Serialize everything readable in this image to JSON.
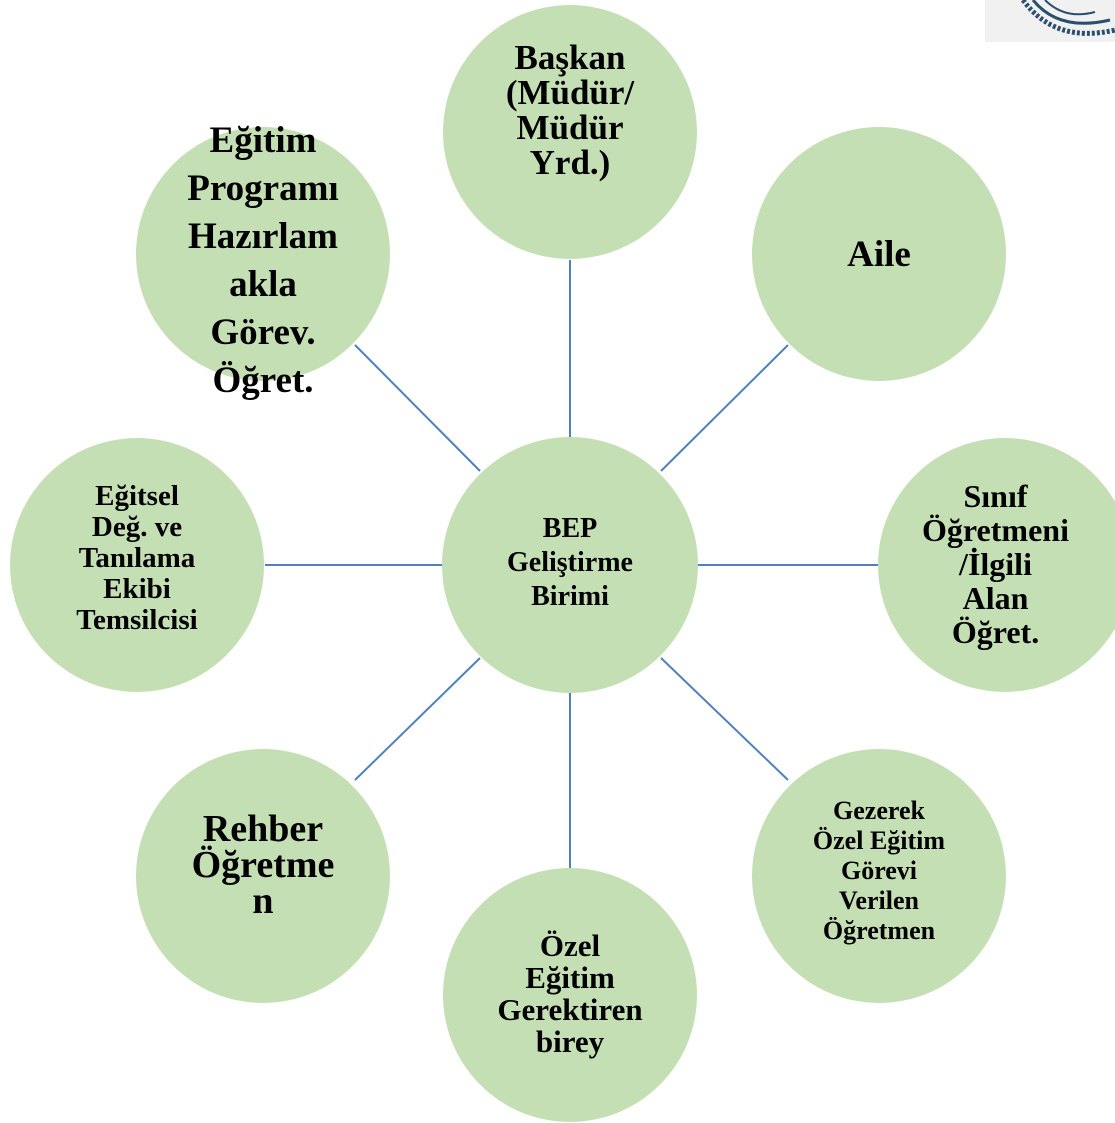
{
  "colors": {
    "node_fill": "#c5dfb4",
    "connector": "#4f81bd"
  },
  "center": {
    "label": "BEP\nGeliştirme\nBirimi"
  },
  "nodes": {
    "baskan": "Başkan\n(Müdür/\nMüdür\nYrd.)",
    "aile": "Aile",
    "sinif_ogretmeni": "Sınıf\nÖğretmeni\n/İlgili\nAlan\nÖğret.",
    "gezerek_ogretmen": "Gezerek\nÖzel Eğitim\nGörevi\nVerilen\nÖğretmen",
    "ozel_egitim_birey": "Özel\nEğitim\nGerektiren\nbirey",
    "rehber_ogretmen": "Rehber\nÖğretme\nn",
    "egitsel_deg": "Eğitsel\nDeğ. ve\nTanılama\nEkibi\nTemsilcisi",
    "egitim_programi": "Eğitim\nProgramı\nHazırlam\nakla\nGörev.\nÖğret."
  },
  "logo": {
    "icon": "institution-logo-icon"
  }
}
